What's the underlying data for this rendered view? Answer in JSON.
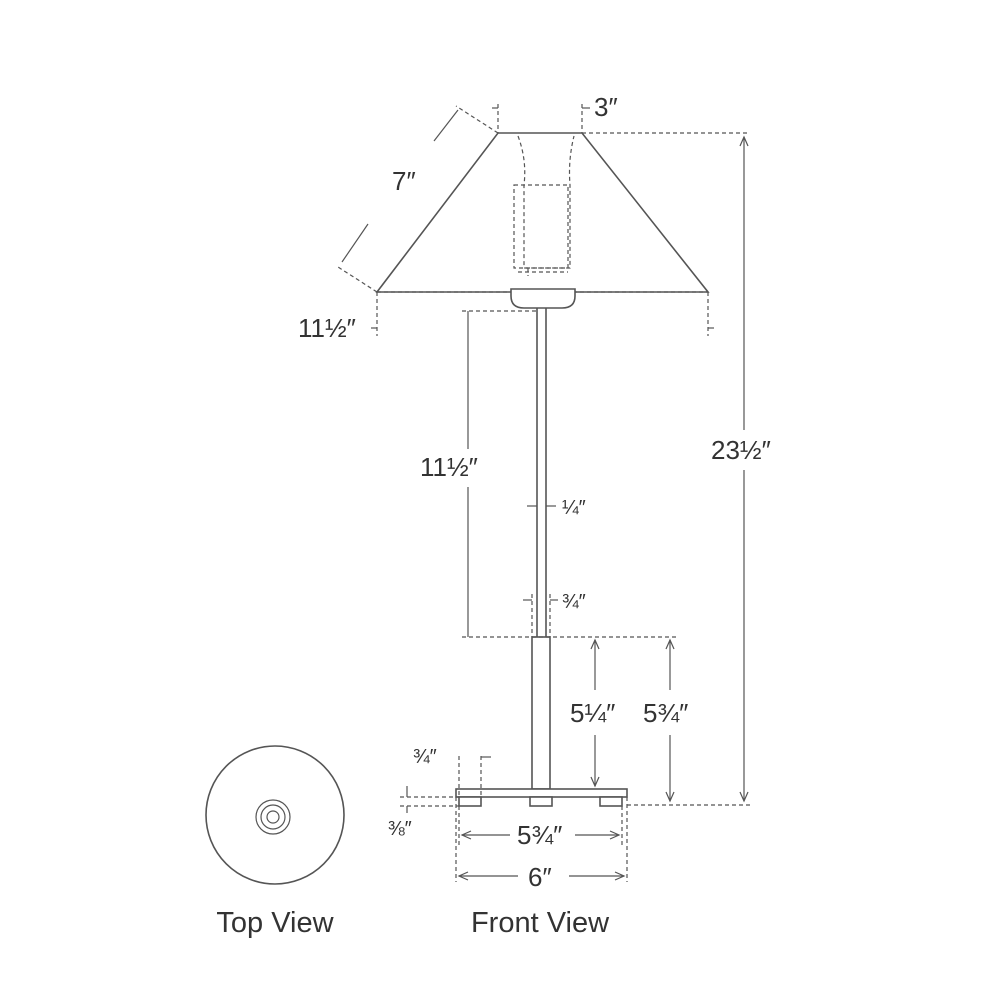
{
  "dimensions": {
    "shade_top_width": "3″",
    "shade_slant": "7″",
    "shade_bottom_width": "11½″",
    "stem_height": "11½″",
    "stem_thickness": "¼″",
    "lower_stem_thickness": "¾″",
    "total_height": "23½″",
    "lower_stem_height": "5¼″",
    "lower_height_to_base": "5¾″",
    "foot_width": "¾″",
    "base_height": "⅜″",
    "base_inner_width": "5¾″",
    "base_width": "6″"
  },
  "labels": {
    "top_view": "Top View",
    "front_view": "Front View"
  }
}
